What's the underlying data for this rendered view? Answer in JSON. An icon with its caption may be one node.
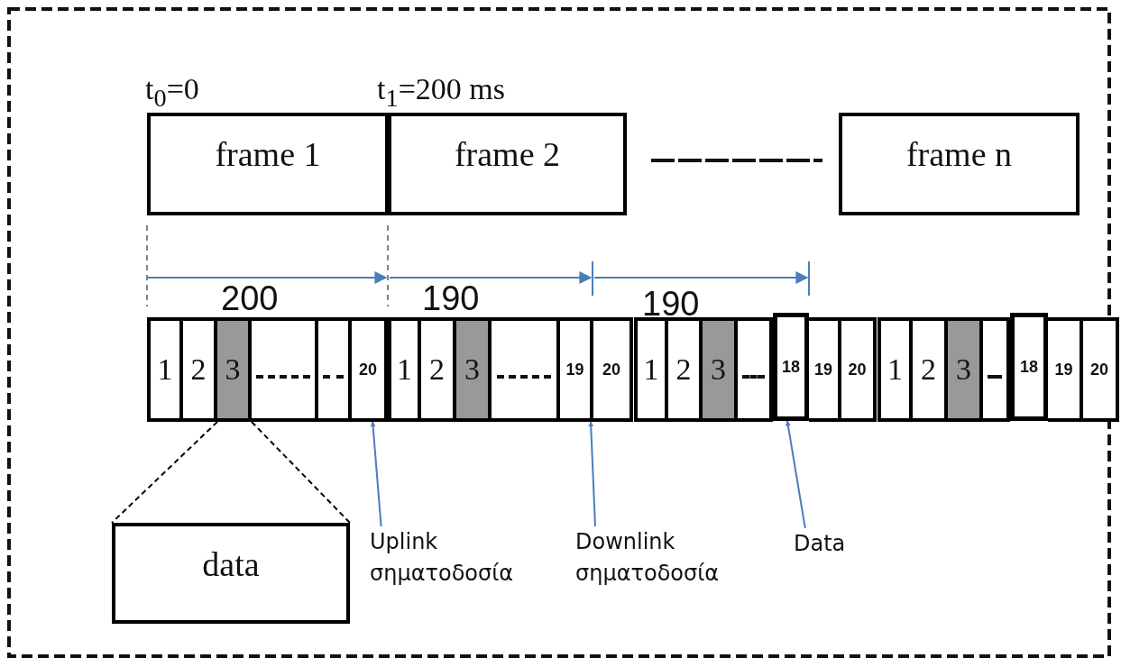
{
  "diagram": {
    "nodes": [
      {
        "text": [
          "frame 1"
        ],
        "beside": [
          "t$_{0}$=0"
        ]
      },
      {
        "text": [
          "frame 2"
        ],
        "beside": [
          "t$_{1}$=200 ms"
        ]
      },
      {
        "text": [
          "frame n"
        ]
      },
      {
        "text": [
          "1"
        ]
      },
      {
        "text": [
          "2"
        ]
      },
      {
        "text": [
          "3"
        ]
      },
      {
        "text": [],
        "shape": "box"
      },
      {
        "text": [],
        "shape": "box"
      },
      {
        "text": [
          "20"
        ]
      },
      {
        "text": [
          "1"
        ]
      },
      {
        "text": [
          "2"
        ]
      },
      {
        "text": [
          "3"
        ]
      },
      {
        "text": [],
        "shape": "box"
      },
      {
        "text": [
          "19"
        ]
      },
      {
        "text": [
          "20"
        ]
      },
      {
        "text": [
          "1"
        ]
      },
      {
        "text": [
          "2"
        ]
      },
      {
        "text": [
          "3"
        ]
      },
      {
        "text": [],
        "shape": "box"
      },
      {
        "text": [
          "18"
        ]
      },
      {
        "text": [
          "19"
        ]
      },
      {
        "text": [
          "20"
        ]
      },
      {
        "text": [
          "1"
        ]
      },
      {
        "text": [
          "2"
        ]
      },
      {
        "text": [
          "3"
        ]
      },
      {
        "text": [],
        "shape": "box"
      },
      {
        "text": [
          "18"
        ]
      },
      {
        "text": [
          "19"
        ]
      },
      {
        "text": [
          "20"
        ]
      },
      {
        "text": [
          "data"
        ]
      },
      {
        "text": [
          "Uplink σηματοδοσία"
        ]
      },
      {
        "text": [
          "Downlink σηματοδοσία"
        ]
      },
      {
        "text": [
          "Data"
        ]
      }
    ],
    "edges": [
      {
        "from": 5,
        "to": 29,
        "arrow": "none",
        "style": "dashed",
        "color": "#000000"
      },
      {
        "from": 5,
        "to": 29,
        "arrow": "none",
        "style": "dashed",
        "color": "#000000"
      },
      {
        "from": 30,
        "to": 8,
        "arrow": "to"
      },
      {
        "from": 31,
        "to": 13,
        "arrow": "to"
      },
      {
        "from": 32,
        "to": 19,
        "arrow": "to"
      }
    ],
    "labels": [
      "200",
      "190",
      "190"
    ]
  }
}
